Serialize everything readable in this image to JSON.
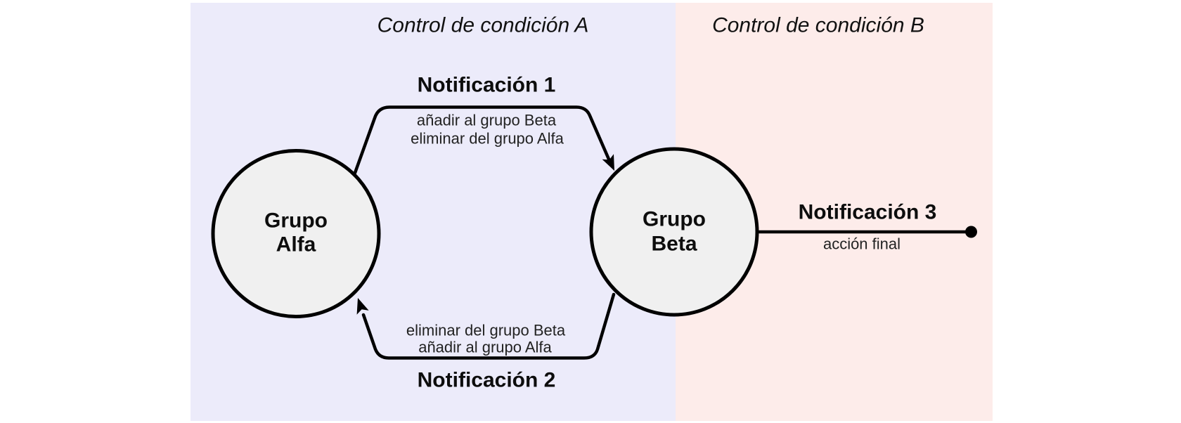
{
  "canvas": {
    "background": "#ffffff",
    "line_color": "#000000",
    "text_color": "#0d0d0d"
  },
  "regions": {
    "a": {
      "title": "Control de condición A",
      "fill": "#ecebfa"
    },
    "b": {
      "title": "Control de condición B",
      "fill": "#fdecea"
    }
  },
  "nodes": {
    "fill": "#f0f0f0",
    "alfa": {
      "line1": "Grupo",
      "line2": "Alfa"
    },
    "beta": {
      "line1": "Grupo",
      "line2": "Beta"
    }
  },
  "edges": {
    "notification1": {
      "label": "Notificación 1",
      "action_line1": "añadir al grupo Beta",
      "action_line2": "eliminar del grupo Alfa",
      "from": "Grupo Alfa",
      "to": "Grupo Beta"
    },
    "notification2": {
      "label": "Notificación 2",
      "action_line1": "eliminar del grupo Beta",
      "action_line2": "añadir al grupo Alfa",
      "from": "Grupo Beta",
      "to": "Grupo Alfa"
    },
    "notification3": {
      "label": "Notificación 3",
      "action_line1": "acción final",
      "from": "Grupo Beta",
      "to": "end-dot"
    }
  }
}
